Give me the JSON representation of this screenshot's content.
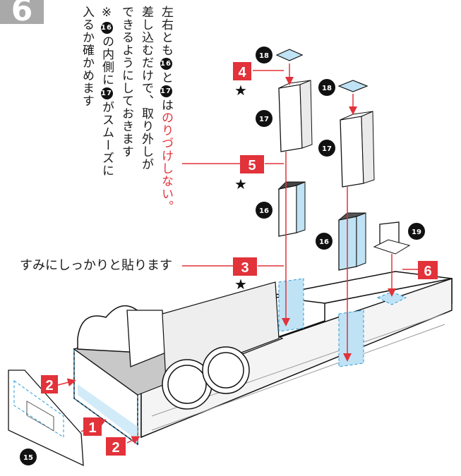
{
  "step_number": "6",
  "instructions": {
    "col1": "左右とも",
    "col1_b": "と",
    "col1_c": "は",
    "col1_red": "のりづけしない。",
    "col2": "差し込むだけで、取り外しが",
    "col3": "できるようにしておきます",
    "col4_a": "※",
    "col4_b": "の内側に",
    "col4_c": "がスムーズに",
    "col5": "入るか確かめます"
  },
  "labels": {
    "corner_label": "すみにしっかりと貼ります"
  },
  "markers": {
    "m1": "1",
    "m2": "2",
    "m3": "3",
    "m4": "4",
    "m5": "5",
    "m6": "6",
    "star": "★"
  },
  "parts": {
    "p15": "15",
    "p16": "16",
    "p17": "17",
    "p18": "18",
    "p19": "19"
  },
  "colors": {
    "accent_red": "#e2323a",
    "part_blue": "#bfe3f5",
    "line_blue": "#2a9ad6",
    "gray": "#c8c8c8"
  }
}
